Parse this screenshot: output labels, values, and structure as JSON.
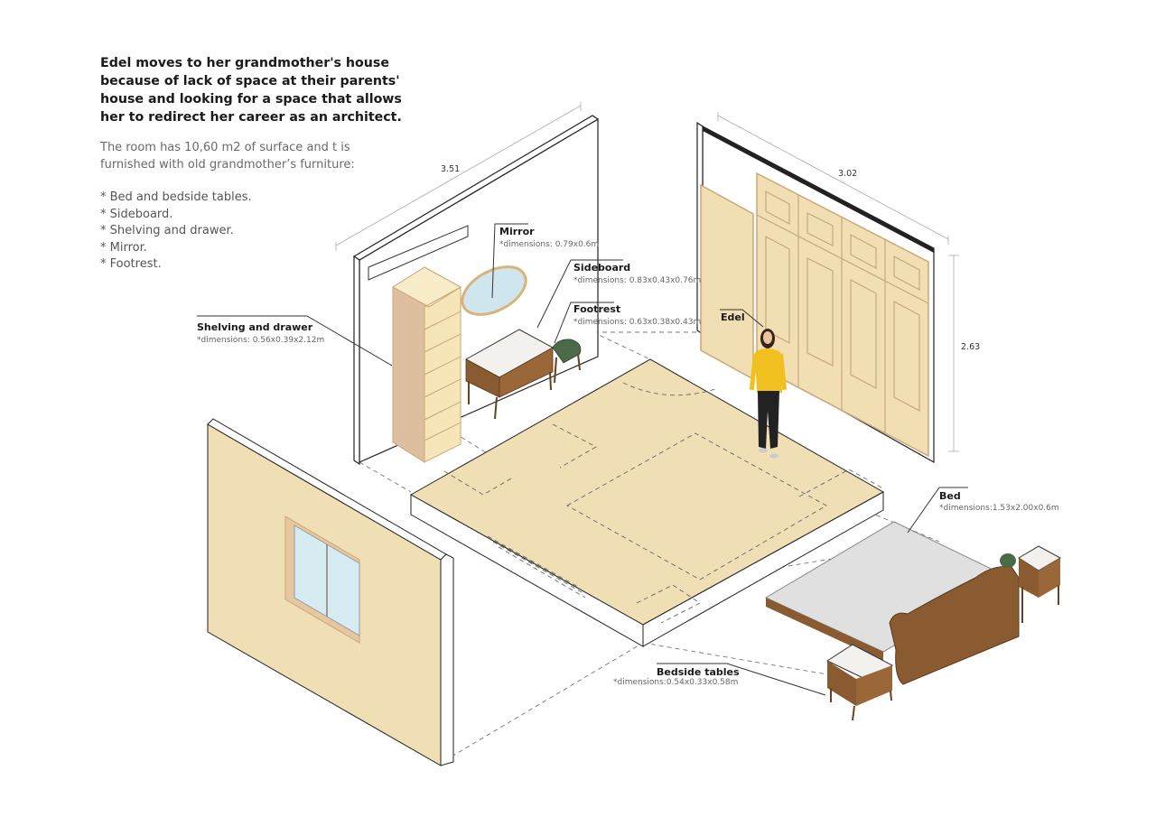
{
  "intro": {
    "heading": "Edel moves to her grandmother's house because of lack of space at their parents' house and looking for a space that allows her to redirect her career as an architect.",
    "description": "The room has 10,60 m2 of surface and t is furnished with old grandmother’s furniture:",
    "items": [
      "* Bed and bedside tables.",
      "* Sideboard.",
      "* Shelving and drawer.",
      "* Mirror.",
      "* Footrest."
    ]
  },
  "measurements": {
    "left_wall": "3.51",
    "right_wall": "3.02",
    "height": "2.63"
  },
  "labels": {
    "mirror": {
      "title": "Mirror",
      "dims": "*dimensions: 0.79x0.6m"
    },
    "sideboard": {
      "title": "Sideboard",
      "dims": "*dimensions: 0.83x0.43x0.76m"
    },
    "footrest": {
      "title": "Footrest",
      "dims": "*dimensions: 0.63x0.38x0.43m"
    },
    "shelving": {
      "title": "Shelving and drawer",
      "dims": "*dimensions: 0.56x0.39x2.12m"
    },
    "edel": {
      "title": "Edel"
    },
    "bed": {
      "title": "Bed",
      "dims": "*dimensions:1.53x2.00x0.6m"
    },
    "bedside": {
      "title": "Bedside tables",
      "dims": "*dimensions:0.54x0.33x0.58m"
    }
  },
  "colors": {
    "floor": "#f0deb4",
    "wood_light": "#f2e0b0",
    "wood_dark": "#8a5a30",
    "green": "#4a6a48",
    "mirror": "#cfe6ee",
    "person_top": "#f0c020",
    "wall_line": "#222222"
  }
}
